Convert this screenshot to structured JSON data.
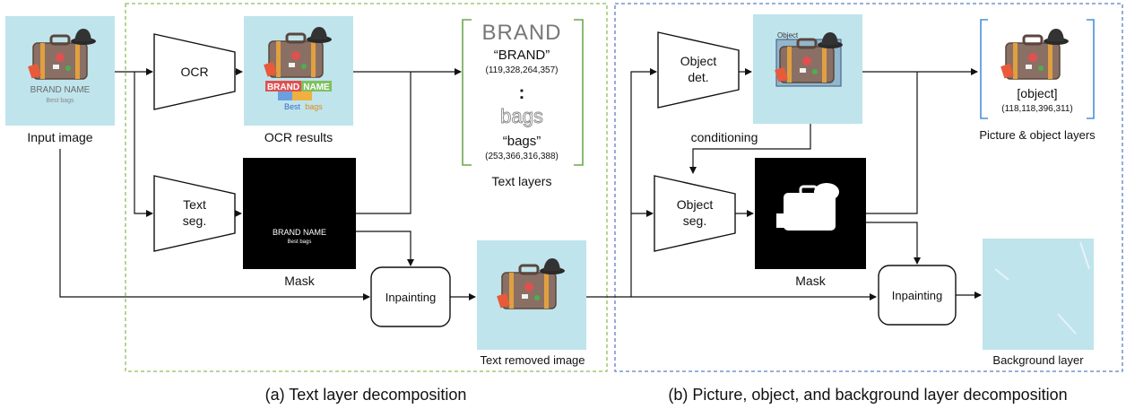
{
  "input": {
    "caption": "Input image",
    "brand_name": "BRAND NAME",
    "brand_tagline": "Best bags"
  },
  "section_a": {
    "title": "(a) Text layer decomposition",
    "ocr_label": "OCR",
    "text_seg_label": [
      "Text",
      "seg."
    ],
    "ocr_results_caption": "OCR results",
    "ocr_overlay": {
      "brand": "BRAND",
      "name": "NAME",
      "best": "Best",
      "bags": "bags"
    },
    "mask_caption": "Mask",
    "mask_brand_name": "BRAND NAME",
    "mask_tagline": "Best bags",
    "inpainting_label": "Inpainting",
    "text_removed_caption": "Text removed image",
    "text_layers": {
      "caption": "Text layers",
      "first_glyph": "BRAND",
      "first_quote": "“BRAND”",
      "first_box": "(119,328,264,357)",
      "ellipsis": ":",
      "last_glyph": "bags",
      "last_quote": "“bags”",
      "last_box": "(253,366,316,388)"
    }
  },
  "section_b": {
    "title": "(b) Picture, object, and background layer decomposition",
    "object_det_label": [
      "Object",
      "det."
    ],
    "object_seg_label": [
      "Object",
      "seg."
    ],
    "object_box_label": "Object",
    "conditioning_label": "conditioning",
    "mask_caption": "Mask",
    "inpainting_label": "Inpainting",
    "object_layer": {
      "label": "[object]",
      "box": "(118,118,396,311)",
      "caption": "Picture & object layers"
    },
    "background_caption": "Background layer"
  },
  "colors": {
    "section_a_border": "#8cbf5a",
    "section_b_border": "#5b7fc6",
    "image_bg": "#bfe4ec",
    "suitcase": "#8a7064",
    "bracket": "#6aa84f"
  },
  "icons": [
    "suitcase-icon",
    "hat-icon"
  ]
}
